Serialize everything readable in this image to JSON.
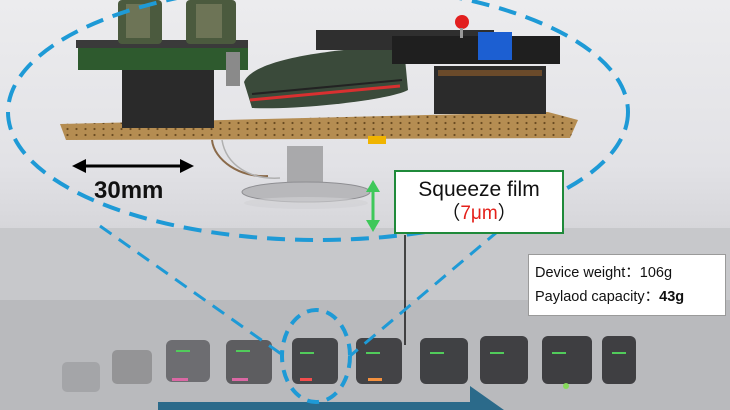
{
  "dimension_label": "30mm",
  "callout": {
    "title": "Squeeze film",
    "paren_open": "（",
    "gap_value": "7μm",
    "paren_close": "）"
  },
  "specs": {
    "weight_label": "Device weight：",
    "weight_value": "106g",
    "payload_label": "Paylaod capacity：",
    "payload_value": "43g"
  },
  "colors": {
    "callout_border": "#1f8a3a",
    "gap_value_text": "#e4211b",
    "dashed_outline": "#1e9ad6",
    "motion_arrow": "#2b6a8a",
    "gap_arrow": "#3ec85a"
  }
}
